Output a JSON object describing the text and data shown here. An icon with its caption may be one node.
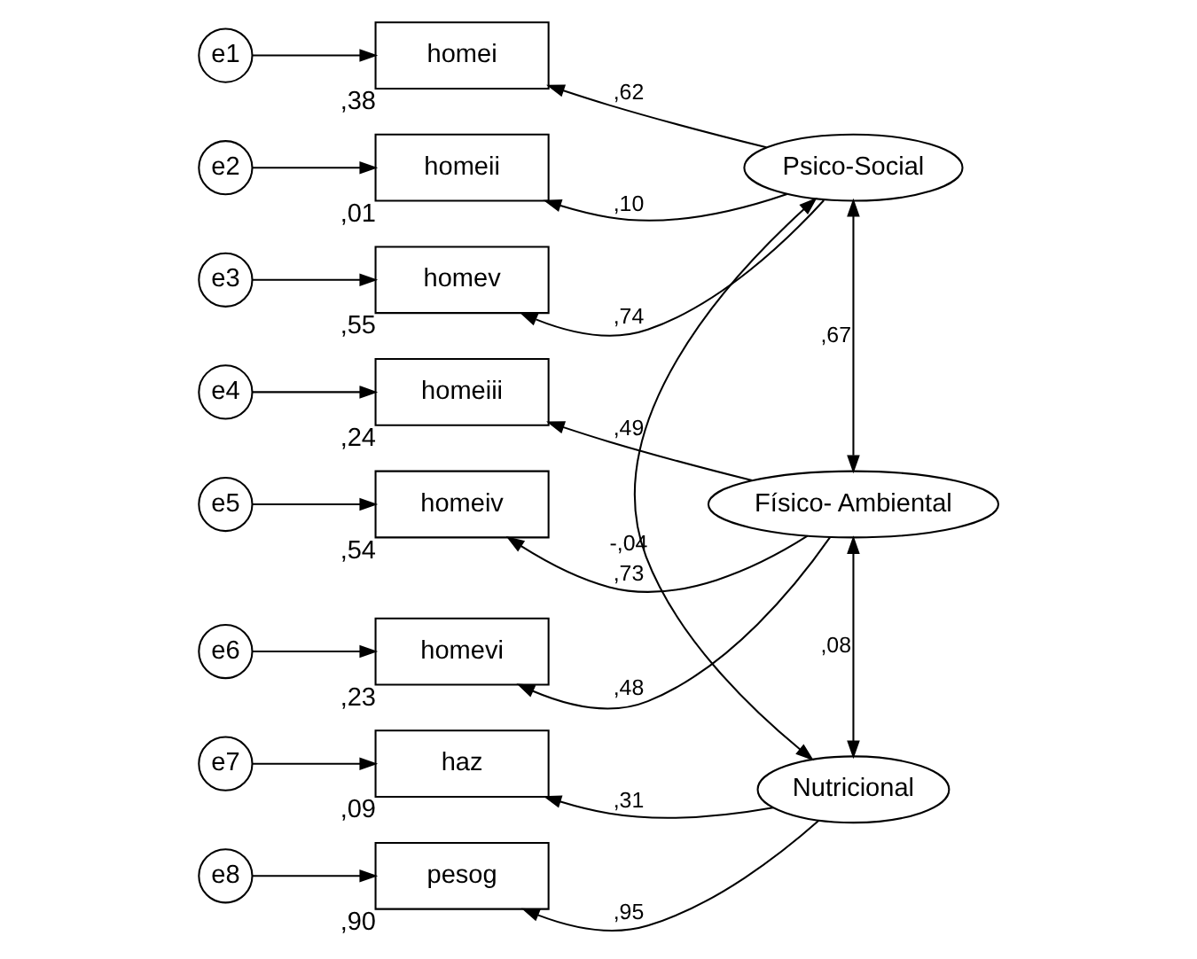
{
  "diagram": {
    "nodes": [
      {
        "text": [
          "e1"
        ]
      },
      {
        "text": [
          "homei"
        ],
        "beside": [
          ",38"
        ]
      },
      {
        "text": [
          "e2"
        ]
      },
      {
        "text": [
          "homeii"
        ],
        "beside": [
          ",01"
        ]
      },
      {
        "text": [
          "e3"
        ]
      },
      {
        "text": [
          "homev"
        ],
        "beside": [
          ",55"
        ]
      },
      {
        "text": [
          "Psico-Social"
        ]
      },
      {
        "text": [
          "e4"
        ]
      },
      {
        "text": [
          "homeiii"
        ],
        "beside": [
          ",24"
        ]
      },
      {
        "text": [
          "e5"
        ]
      },
      {
        "text": [
          "homeiv"
        ],
        "beside": [
          ",54"
        ]
      },
      {
        "text": [
          "e6"
        ]
      },
      {
        "text": [
          "homevi"
        ],
        "beside": [
          ",23"
        ]
      },
      {
        "text": [
          "Físico- Ambiental"
        ]
      },
      {
        "text": [
          "e7"
        ]
      },
      {
        "text": [
          "haz"
        ],
        "beside": [
          ",09"
        ]
      },
      {
        "text": [
          "e8"
        ]
      },
      {
        "text": [
          "pesog"
        ],
        "beside": [
          ",90"
        ]
      },
      {
        "text": [
          "Nutricional"
        ]
      }
    ],
    "edges": [
      {
        "from": 0,
        "to": 1,
        "arrow": "to"
      },
      {
        "from": 2,
        "to": 3,
        "arrow": "to"
      },
      {
        "from": 4,
        "to": 5,
        "arrow": "to"
      },
      {
        "from": 6,
        "to": 1,
        "arrow": "to",
        "label": ",62"
      },
      {
        "from": 6,
        "to": 3,
        "arrow": "to",
        "label": ",10"
      },
      {
        "from": 6,
        "to": 5,
        "arrow": "to",
        "label": ",74"
      },
      {
        "from": 7,
        "to": 8,
        "arrow": "to"
      },
      {
        "from": 9,
        "to": 10,
        "arrow": "to"
      },
      {
        "from": 11,
        "to": 12,
        "arrow": "to"
      },
      {
        "from": 13,
        "to": 8,
        "arrow": "to",
        "label": ",49"
      },
      {
        "from": 13,
        "to": 10,
        "arrow": "to",
        "label": ",73"
      },
      {
        "from": 13,
        "to": 12,
        "arrow": "to",
        "label": ",48"
      },
      {
        "from": 14,
        "to": 15,
        "arrow": "to"
      },
      {
        "from": 16,
        "to": 17,
        "arrow": "to"
      },
      {
        "from": 18,
        "to": 15,
        "arrow": "to",
        "label": ",31"
      },
      {
        "from": 18,
        "to": 17,
        "arrow": "to",
        "label": ",95"
      },
      {
        "from": 6,
        "to": 13,
        "arrow": "both",
        "label": ",67"
      },
      {
        "from": 13,
        "to": 18,
        "arrow": "both",
        "label": ",08"
      },
      {
        "from": 6,
        "to": 18,
        "arrow": "both",
        "label": "-,04"
      }
    ]
  }
}
